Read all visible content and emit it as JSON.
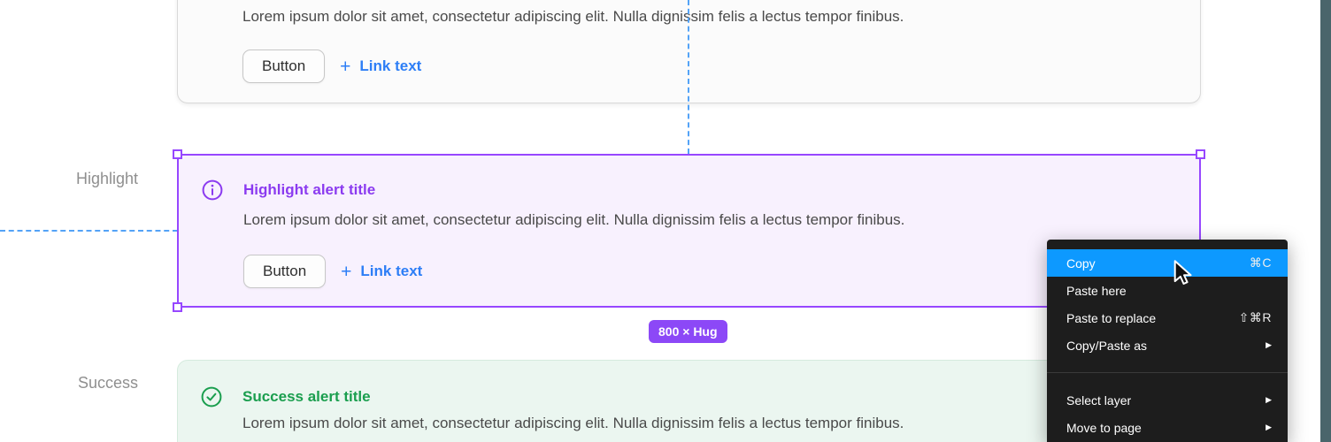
{
  "colors": {
    "selection_purple": "#9747FF",
    "highlight_title_purple": "#8B3BF0",
    "highlight_card_bg": "#F8F1FE",
    "success_green": "#1A9E4E",
    "success_card_bg": "#EBF6F0",
    "link_blue": "#2D7EF6",
    "guide_blue": "#54A3F7",
    "menu_bg": "#1D1D1D",
    "menu_highlight_blue": "#0D99FF",
    "size_badge_purple": "#8C48F7",
    "panel_edge_teal": "#4A656B"
  },
  "section_labels": {
    "highlight": "Highlight",
    "success": "Success"
  },
  "top_card": {
    "body": "Lorem ipsum dolor sit amet, consectetur adipiscing elit. Nulla dignissim felis a lectus tempor finibus.",
    "button_label": "Button",
    "link_plus": "+",
    "link_label": "Link text"
  },
  "highlight_card": {
    "title": "Highlight alert title",
    "body": "Lorem ipsum dolor sit amet, consectetur adipiscing elit. Nulla dignissim felis a lectus tempor finibus.",
    "button_label": "Button",
    "link_plus": "+",
    "link_label": "Link text",
    "icon": "info-circle-icon"
  },
  "size_badge": "800 × Hug",
  "success_card": {
    "title": "Success alert title",
    "body": "Lorem ipsum dolor sit amet, consectetur adipiscing elit. Nulla dignissim felis a lectus tempor finibus.",
    "icon": "check-circle-icon"
  },
  "context_menu": {
    "items": [
      {
        "label": "Copy",
        "shortcut": "⌘C"
      },
      {
        "label": "Paste here",
        "shortcut": ""
      },
      {
        "label": "Paste to replace",
        "shortcut": "⇧⌘R"
      },
      {
        "label": "Copy/Paste as",
        "submenu": "▶"
      },
      {
        "label": "Select layer",
        "submenu": "▶"
      },
      {
        "label": "Move to page",
        "submenu": "▶"
      }
    ]
  }
}
